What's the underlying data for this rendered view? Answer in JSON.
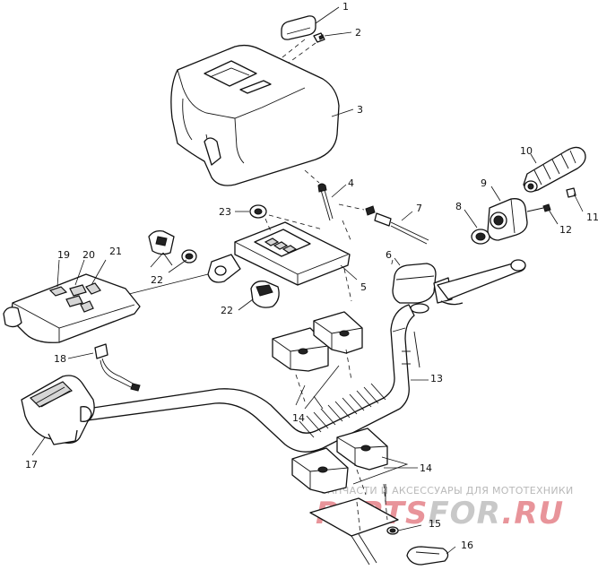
{
  "callouts": [
    "1",
    "2",
    "3",
    "4",
    "5",
    "6",
    "7",
    "8",
    "9",
    "10",
    "11",
    "12",
    "13",
    "14",
    "15",
    "16",
    "17",
    "18",
    "19",
    "20",
    "21",
    "22"
  ],
  "callout_23": "23",
  "watermark": {
    "tagline": "ЗАПЧАСТИ И АКСЕССУАРЫ ДЛЯ МОТОТЕХНИКИ",
    "logo_part1": "PARTS",
    "logo_part2": "FOR",
    "logo_part3": ".RU",
    "logo_color_red": "#e8949a",
    "logo_color_gray": "#c8c8c8"
  }
}
